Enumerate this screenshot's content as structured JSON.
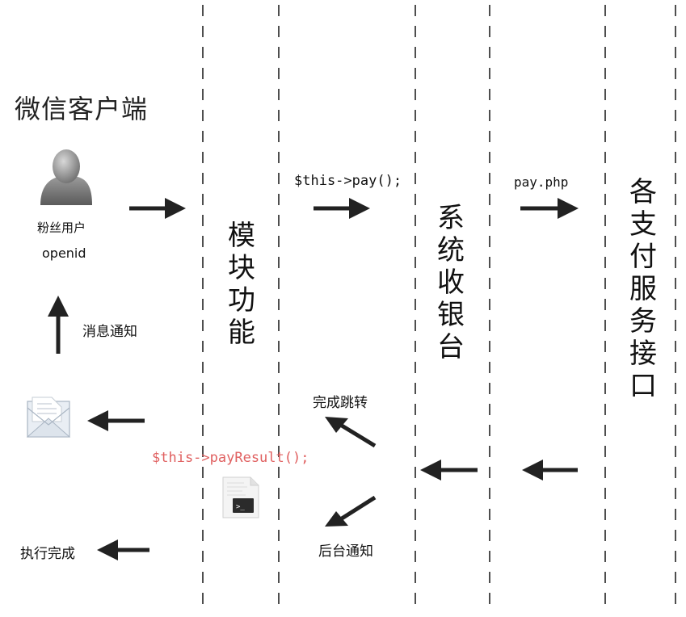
{
  "client": {
    "title": "微信客户端",
    "user_label": "粉丝用户",
    "openid_label": "openid",
    "notify_label": "消息通知",
    "done_label": "执行完成"
  },
  "columns": {
    "module": "模块功能",
    "cashier": "系统收银台",
    "gateway": "各支付服务接口"
  },
  "calls": {
    "pay_call": "$this->pay();",
    "pay_php": "pay.php",
    "pay_result": "$this->payResult();"
  },
  "returns": {
    "redirect_done": "完成跳转",
    "backend_notify": "后台通知"
  },
  "icons": {
    "user": "user-avatar-icon",
    "mail": "envelope-icon",
    "script": "terminal-file-icon"
  },
  "colors": {
    "arrow": "#222222",
    "highlight_code": "#e06060"
  }
}
